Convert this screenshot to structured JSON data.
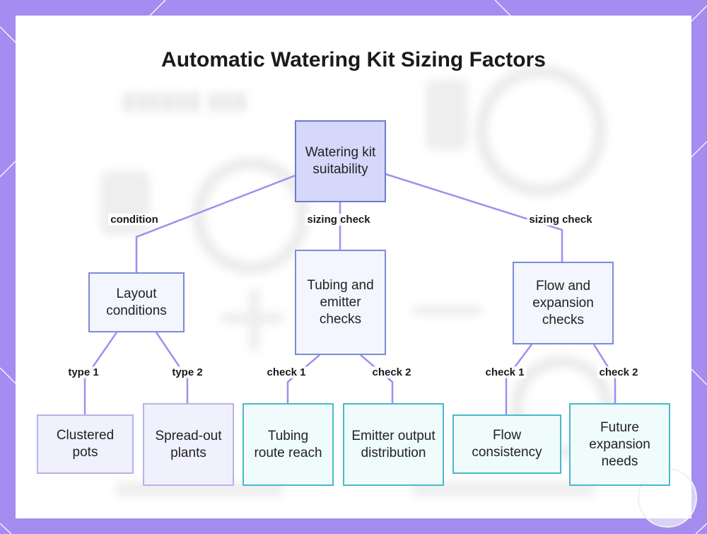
{
  "diagram": {
    "title": "Automatic Watering Kit Sizing Factors",
    "nodes": {
      "root": "Watering kit suitability",
      "layout": "Layout conditions",
      "tubing": "Tubing and emitter checks",
      "flow": "Flow and expansion checks",
      "clustered": "Clustered pots",
      "spread": "Spread-out plants",
      "route": "Tubing route reach",
      "emitter": "Emitter output distribution",
      "consistency": "Flow consistency",
      "future": "Future expansion needs"
    },
    "edge_labels": {
      "root_layout": "condition",
      "root_tubing": "sizing check",
      "root_flow": "sizing check",
      "layout_clustered": "type 1",
      "layout_spread": "type 2",
      "tubing_route": "check 1",
      "tubing_emitter": "check 2",
      "flow_consistency": "check 1",
      "flow_future": "check 2"
    },
    "colors": {
      "frame": "#a48cf0",
      "edge": "#a48cf0",
      "root_fill": "#d6d8fb",
      "cyan_border": "#49b9cc"
    }
  }
}
